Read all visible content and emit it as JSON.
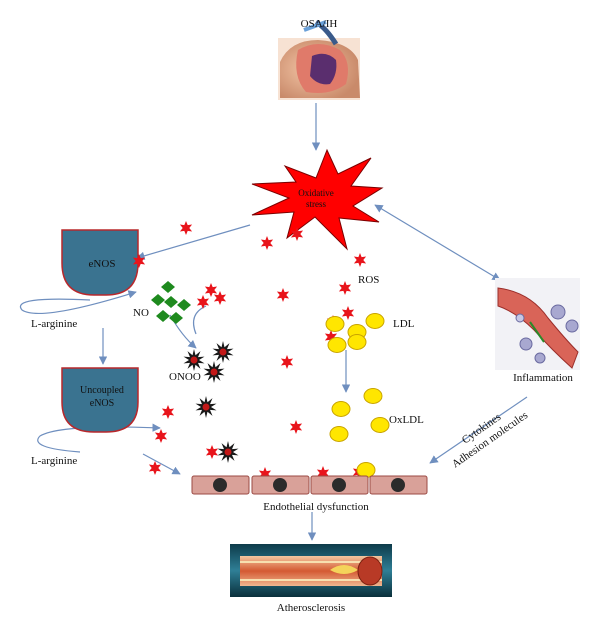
{
  "labels": {
    "osa": "OSA/IH",
    "oxidative_line1": "Oxidative",
    "oxidative_line2": "stress",
    "enos": "eNOS",
    "l_arginine": "L-arginine",
    "no": "NO",
    "onoo": "ONOO",
    "uncoupled_line1": "Uncoupled",
    "uncoupled_line2": "eNOS",
    "l_arginine_2": "L-arginine",
    "ros": "ROS",
    "ldl": "LDL",
    "oxldl": "OxLDL",
    "inflammation": "Inflammation",
    "cytokines": "Cytokines",
    "adhesion": "Adhesion molecules",
    "endothelial": "Endothelial dysfunction",
    "atherosclerosis": "Atherosclerosis"
  },
  "colors": {
    "arrow": "#6f8fbf",
    "ros_star": "#e8141b",
    "oxidative_burst": "#ff0000",
    "enos_shape": "#3a7390",
    "no_diamond": "#1e8a1e",
    "ldl_particle": "#ffe600",
    "endothelial_cell": "#d9a199",
    "nucleus": "#2b2b2b"
  }
}
